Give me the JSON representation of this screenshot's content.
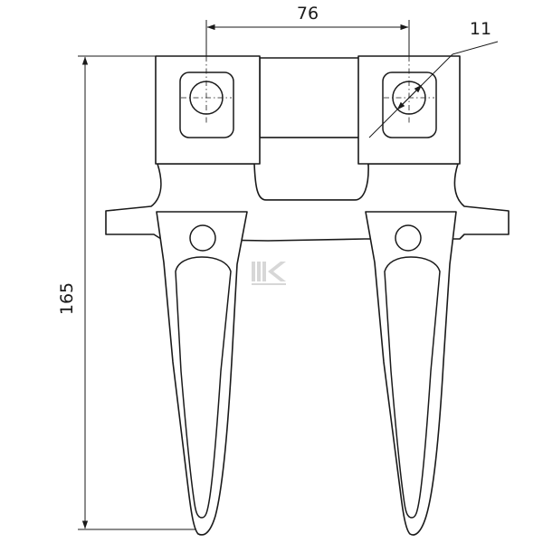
{
  "dimensions": {
    "width_between_holes": "76",
    "hole_diameter": "11",
    "overall_height": "165"
  },
  "colors": {
    "line": "#1a1a1a",
    "background": "#ffffff",
    "watermark": "#d7d7d7"
  }
}
